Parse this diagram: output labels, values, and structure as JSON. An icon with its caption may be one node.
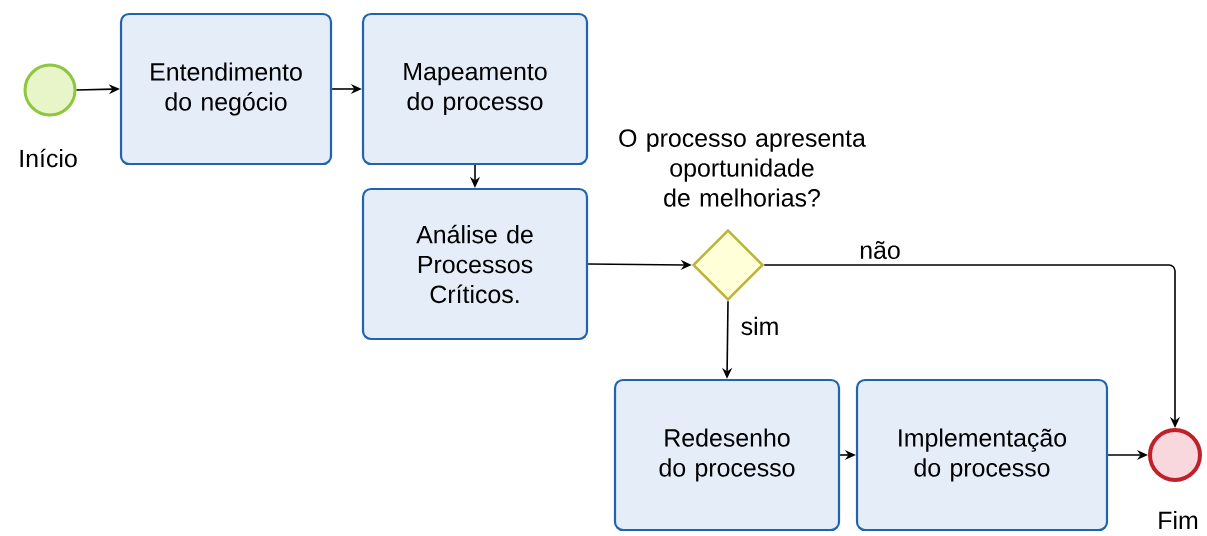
{
  "diagram": {
    "nodes": [
      {
        "text": [],
        "shape": "circle",
        "beside": [
          "Início"
        ]
      },
      {
        "text": [
          "Entendimento do negócio"
        ]
      },
      {
        "text": [
          "Mapeamento do processo"
        ]
      },
      {
        "text": [
          "Análise de Processos Críticos."
        ]
      },
      {
        "text": [],
        "shape": "diamond",
        "beside": [
          "O processo apresenta oportunidade de melhorias?"
        ]
      },
      {
        "text": [
          "Redesenho do processo"
        ]
      },
      {
        "text": [
          "Implementação do processo"
        ]
      },
      {
        "text": [],
        "shape": "circle",
        "beside": [
          "Fim"
        ]
      }
    ],
    "edges": [
      {
        "from": 0,
        "to": 1,
        "arrow": "to"
      },
      {
        "from": 1,
        "to": 2,
        "arrow": "to"
      },
      {
        "from": 2,
        "to": 3,
        "arrow": "to"
      },
      {
        "from": 3,
        "to": 4,
        "arrow": "to"
      },
      {
        "from": 4,
        "to": 7,
        "arrow": "to",
        "label": "não"
      },
      {
        "from": 4,
        "to": 5,
        "arrow": "to",
        "label": "sim"
      },
      {
        "from": 5,
        "to": 6,
        "arrow": "to"
      },
      {
        "from": 6,
        "to": 7,
        "arrow": "to"
      }
    ]
  }
}
